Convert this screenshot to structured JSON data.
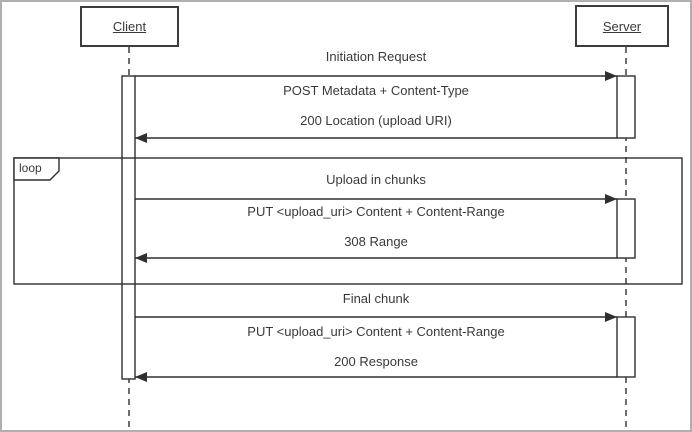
{
  "diagram": {
    "type": "uml-sequence-diagram",
    "actors": {
      "client": "Client",
      "server": "Server"
    },
    "fragment": {
      "operator": "loop"
    },
    "flows": [
      {
        "title": "Initiation Request",
        "request": "POST Metadata + Content-Type",
        "response": "200 Location (upload URI)"
      },
      {
        "title": "Upload in chunks",
        "request": "PUT <upload_uri> Content + Content-Range",
        "response": "308 Range"
      },
      {
        "title": "Final chunk",
        "request": "PUT <upload_uri> Content + Content-Range",
        "response": "200 Response"
      }
    ],
    "colors": {
      "line": "#2f2f2f",
      "text": "#3a3a3a",
      "background": "#ffffff",
      "outer_border": "#b0b0b0"
    }
  }
}
